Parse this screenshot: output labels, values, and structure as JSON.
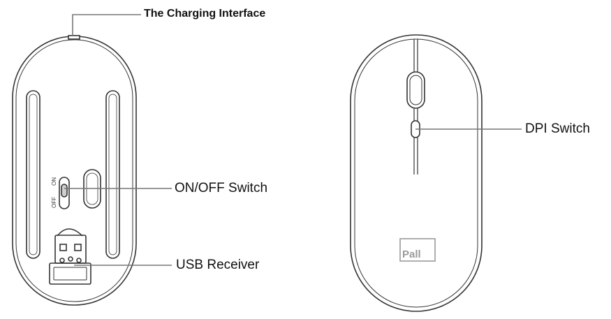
{
  "labels": {
    "charging_interface": "The Charging Interface",
    "on_off_switch": "ON/OFF Switch",
    "usb_receiver": "USB Receiver",
    "dpi_switch": "DPI Switch"
  },
  "switch_marks": {
    "on": "ON",
    "off": "OFF"
  },
  "logo_text": "Pall",
  "colors": {
    "outline": "#333333",
    "leader_line": "#777777",
    "logo": "#9a9a9a"
  }
}
